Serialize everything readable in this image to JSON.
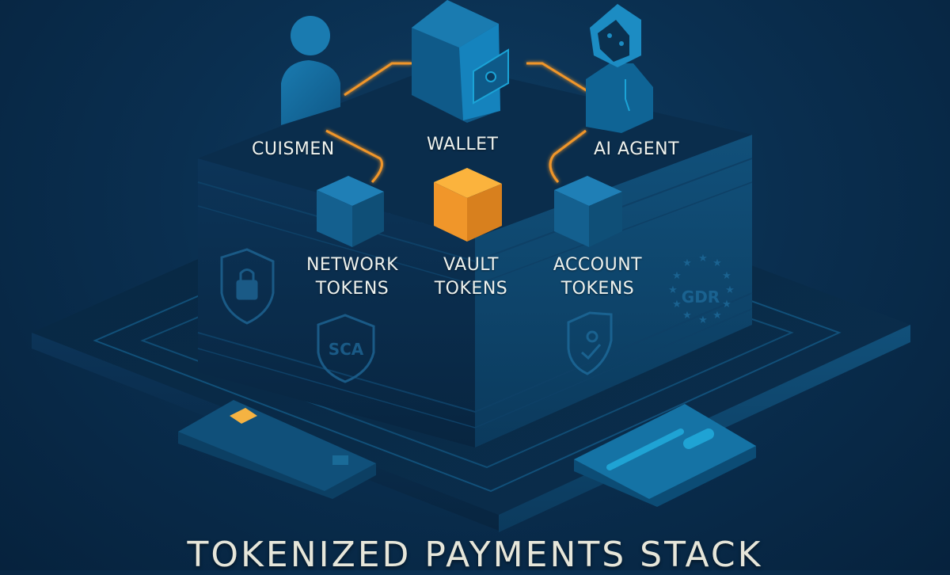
{
  "title": "TOKENIZED PAYMENTS STACK",
  "actors": [
    {
      "id": "customer",
      "label": "CUISMEN",
      "icon": "person-icon"
    },
    {
      "id": "wallet",
      "label": "WALLET",
      "icon": "wallet-icon"
    },
    {
      "id": "ai_agent",
      "label": "AI AGENT",
      "icon": "robot-icon"
    }
  ],
  "tokens": [
    {
      "id": "network",
      "line1": "NETWORK",
      "line2": "TOKENS",
      "color": "#1d6fa3"
    },
    {
      "id": "vault",
      "line1": "VAULT",
      "line2": "TOKENS",
      "color": "#f0962a"
    },
    {
      "id": "account",
      "line1": "ACCOUNT",
      "line2": "TOKENS",
      "color": "#1d6fa3"
    }
  ],
  "compliance_badges": [
    {
      "id": "lock",
      "icon": "lock-shield-icon",
      "text": ""
    },
    {
      "id": "sca",
      "icon": "sca-shield-icon",
      "text": "SCA"
    },
    {
      "id": "verified",
      "icon": "check-shield-icon",
      "text": ""
    },
    {
      "id": "gdpr",
      "icon": "eu-stars-icon",
      "text": "GDR"
    }
  ],
  "cards": [
    {
      "id": "payment-card",
      "icon": "credit-card-icon"
    },
    {
      "id": "id-card",
      "icon": "id-card-icon"
    }
  ],
  "colors": {
    "background": "#0a2f50",
    "accent_orange": "#f0962a",
    "block_blue": "#1d6fa3",
    "text": "#eef2ee"
  }
}
